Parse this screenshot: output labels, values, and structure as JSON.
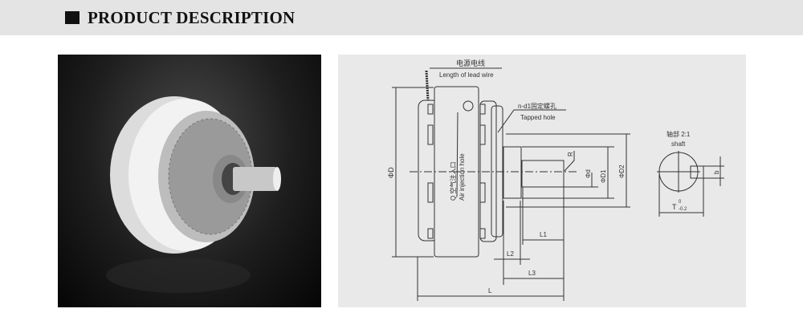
{
  "header": {
    "title": "PRODUCT DESCRIPTION"
  },
  "drawing": {
    "lead_wire_cn": "电源电线",
    "lead_wire_en": "Length of lead wire",
    "tapped_cn": "n-d1固定螺孔",
    "tapped_en": "Tapped hole",
    "air_cn": "Q 空气注入口",
    "air_en": "Air injection hole",
    "phiD": "ΦD",
    "phid": "Φd",
    "phiD1": "ΦD1",
    "phiD2": "ΦD2",
    "R": "R",
    "L": "L",
    "L1": "L1",
    "L2": "L2",
    "L3": "L3",
    "shaft_cn": "轴部 2:1",
    "shaft_en": "shaft",
    "b": "b",
    "T": "T",
    "T_tol_upper": "0",
    "T_tol_lower": "-0.2"
  }
}
